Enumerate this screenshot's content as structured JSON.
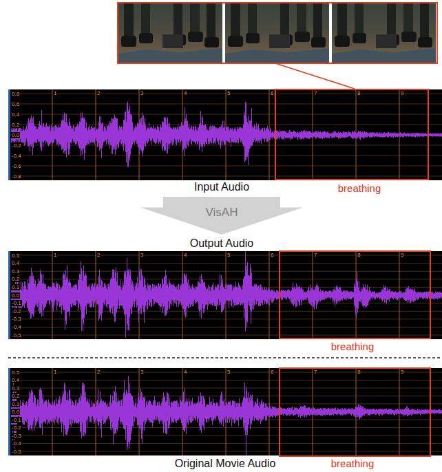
{
  "diagram": {
    "nodes": [
      {
        "text": [
          "Input Audio"
        ]
      },
      {
        "text": [
          "breathing"
        ],
        "in": 0
      },
      {
        "text": [
          "Output Audio"
        ]
      },
      {
        "text": [
          "breathing"
        ],
        "in": 2
      },
      {
        "text": [
          "Original Movie Audio"
        ]
      },
      {
        "text": [
          "breathing"
        ],
        "in": 4
      }
    ],
    "edges": [
      {
        "from": 0,
        "to": 2,
        "arrow": "to",
        "label": "VisAH"
      }
    ],
    "labels": [
      "1",
      "2",
      "3",
      "4",
      "5",
      "6",
      "7",
      "8",
      "9",
      "0.8",
      "0.6",
      "0.4",
      "0.2",
      "0.0",
      "-0.2",
      "-0.4",
      "-0.6",
      "-0.8",
      "1",
      "2",
      "3",
      "4",
      "5",
      "6",
      "7",
      "8",
      "9",
      "0.5",
      "0.4",
      "0.3",
      "0.2",
      "0.1",
      "0.0",
      "-0.1",
      "-0.2",
      "-0.3",
      "-0.4",
      "-0.5",
      "1",
      "2",
      "3",
      "4",
      "5",
      "6",
      "7",
      "8",
      "9",
      "0.5",
      "0.4",
      "0.3",
      "0.2",
      "0.1",
      "0.0",
      "-0.1",
      "-0.2",
      "-0.3",
      "-0.4",
      "-0.5"
    ]
  }
}
